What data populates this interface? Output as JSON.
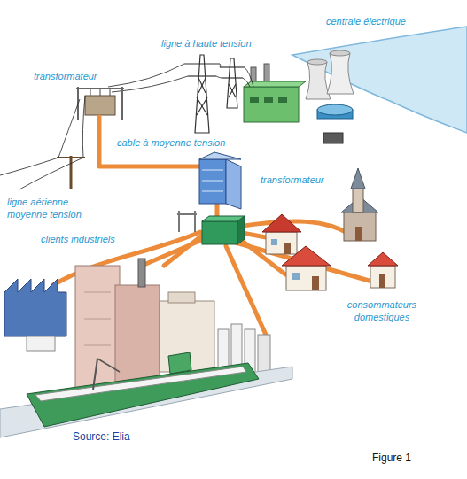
{
  "diagram": {
    "caption": "Figure 1",
    "labels": [
      "centrale électrique",
      "ligne à haute tension",
      "transformateur",
      "cable à moyenne tension",
      "transformateur",
      "ligne aérienne moyenne tension",
      "clients industriels",
      "consommateurs domestiques",
      "Source: Elia"
    ]
  }
}
